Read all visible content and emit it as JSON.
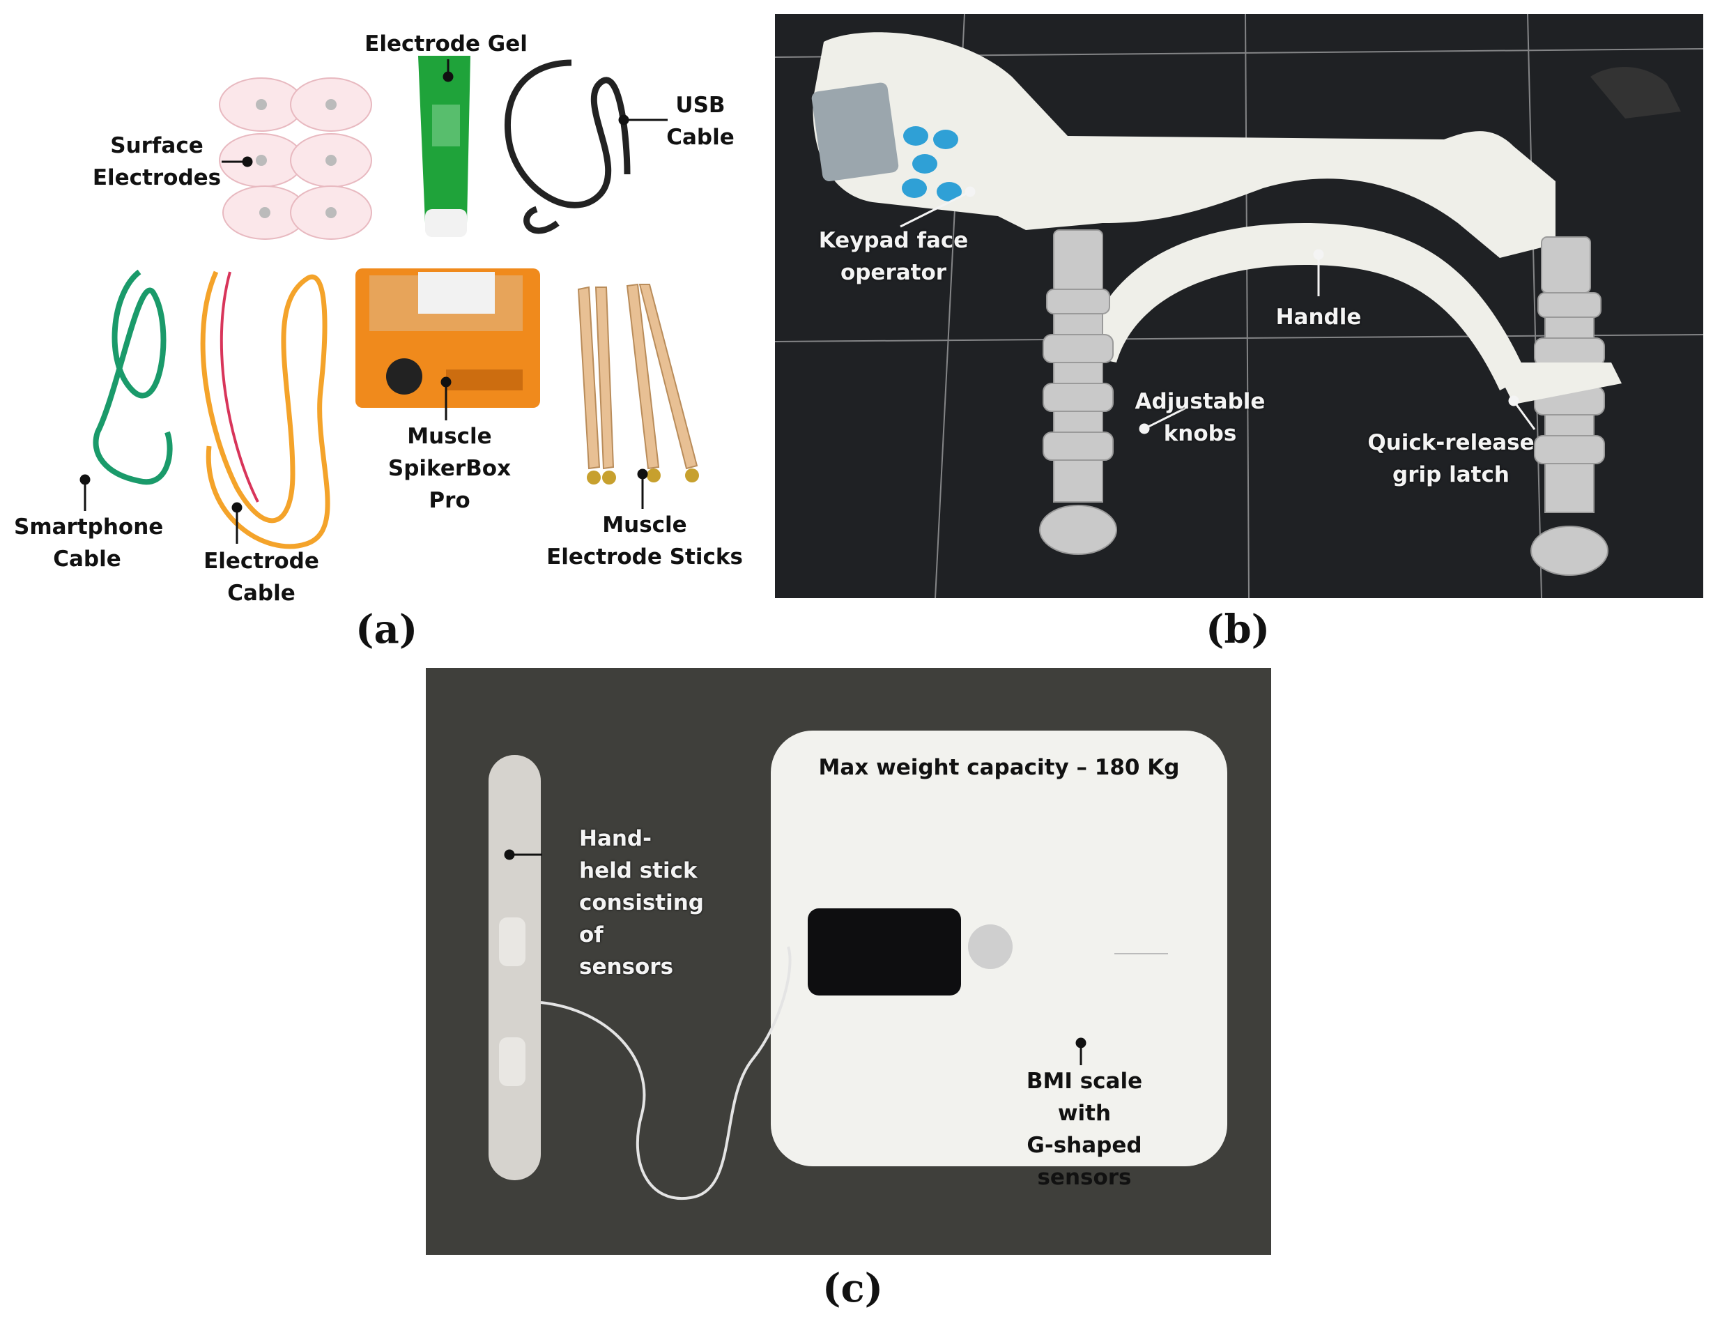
{
  "panels": {
    "a": {
      "caption": "(a)",
      "labels": {
        "electrode_gel": "Electrode Gel",
        "usb_cable": "USB\nCable",
        "surface_electrodes": "Surface\nElectrodes",
        "muscle_spikerbox_pro": "Muscle\nSpikerBox Pro",
        "smartphone_cable": "Smartphone\nCable",
        "electrode_cable": "Electrode Cable",
        "muscle_electrode_sticks": "Muscle\nElectrode Sticks"
      }
    },
    "b": {
      "caption": "(b)",
      "labels": {
        "keypad": "Keypad face\noperator",
        "handle": "Handle",
        "adjustable_knobs": "Adjustable\nknobs",
        "grip_latch": "Quick-release\ngrip latch"
      }
    },
    "c": {
      "caption": "(c)",
      "labels": {
        "max_weight": "Max weight capacity – 180 Kg",
        "hand_held_stick": "Hand-\nheld stick\nconsisting\nof sensors",
        "bmi_scale": "BMI scale with\nG-shaped\nsensors"
      }
    }
  },
  "colors": {
    "panel_b_background": "#1f2124",
    "panel_c_background": "#3f3f3b",
    "gel_green": "#1fa33a",
    "spikerbox_orange": "#f08a1c",
    "cable_green": "#1a9a6a",
    "device_white": "#f2f2ee"
  },
  "icons": [
    "surface-electrode-pads",
    "electrode-gel-tube",
    "usb-cable",
    "spikerbox-board",
    "smartphone-cable",
    "electrode-cable",
    "electrode-sticks",
    "dynamometer",
    "scale",
    "hand-stick"
  ]
}
